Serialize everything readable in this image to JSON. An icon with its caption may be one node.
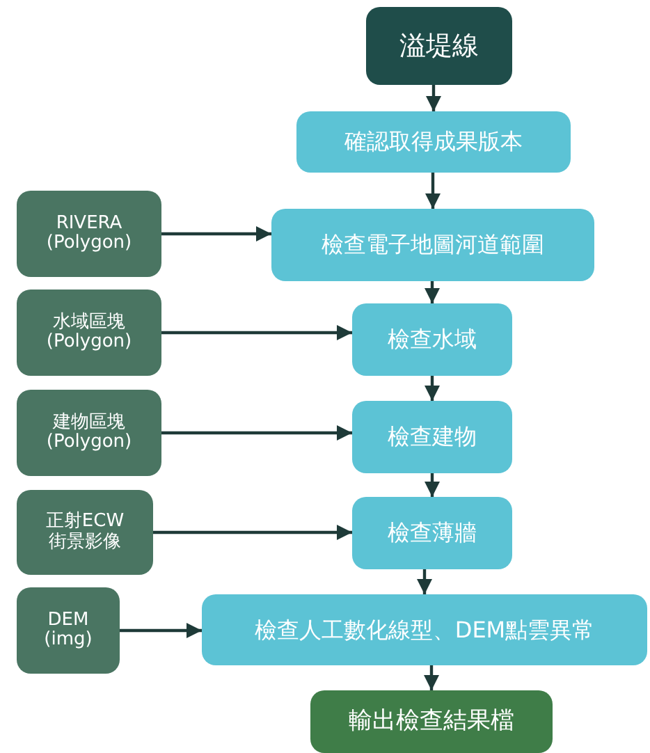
{
  "diagram": {
    "nodes": [
      {
        "text": [
          "溢堤線"
        ]
      },
      {
        "text": [
          "確認取得成果版本"
        ]
      },
      {
        "text": [
          "RIVERA (Polygon)"
        ]
      },
      {
        "text": [
          "檢查電子地圖河道範圍"
        ]
      },
      {
        "text": [
          "水域區塊 (Polygon)"
        ]
      },
      {
        "text": [
          "檢查水域"
        ]
      },
      {
        "text": [
          "建物區塊 (Polygon)"
        ]
      },
      {
        "text": [
          "檢查建物"
        ]
      },
      {
        "text": [
          "正射ECW街景影像"
        ]
      },
      {
        "text": [
          "檢查薄牆"
        ]
      },
      {
        "text": [
          "DEM (img)"
        ]
      },
      {
        "text": [
          "檢查人工數化線型、DEM點雲異常"
        ]
      },
      {
        "text": [
          "輸出檢查結果檔"
        ]
      }
    ],
    "edges": [
      {
        "from": 0,
        "to": 1,
        "arrow": "to"
      },
      {
        "from": 1,
        "to": 3,
        "arrow": "to"
      },
      {
        "from": 2,
        "to": 3,
        "arrow": "to"
      },
      {
        "from": 3,
        "to": 5,
        "arrow": "to"
      },
      {
        "from": 4,
        "to": 5,
        "arrow": "to"
      },
      {
        "from": 5,
        "to": 7,
        "arrow": "to"
      },
      {
        "from": 6,
        "to": 7,
        "arrow": "to"
      },
      {
        "from": 7,
        "to": 9,
        "arrow": "to"
      },
      {
        "from": 8,
        "to": 9,
        "arrow": "to"
      },
      {
        "from": 9,
        "to": 11,
        "arrow": "to"
      },
      {
        "from": 10,
        "to": 11,
        "arrow": "to"
      },
      {
        "from": 11,
        "to": 12,
        "arrow": "to"
      }
    ]
  }
}
